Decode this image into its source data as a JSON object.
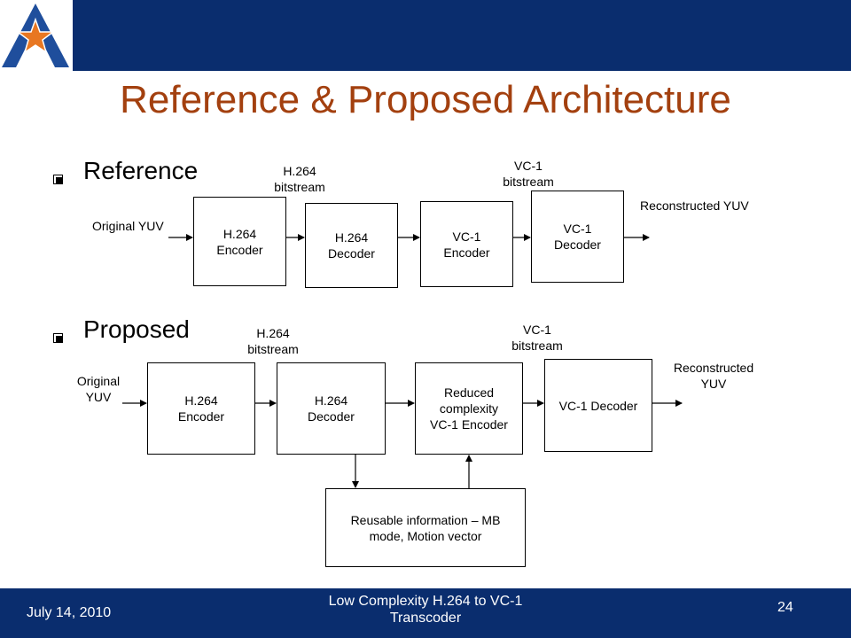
{
  "slide": {
    "title": "Reference & Proposed Architecture",
    "colors": {
      "header_bar": "#0a2d6e",
      "title": "#a3400f",
      "footer_bar": "#0a2d6e",
      "logo_blue": "#1f4e9c",
      "logo_orange": "#e87722"
    }
  },
  "reference": {
    "heading": "Reference",
    "input_label": "Original YUV",
    "output_label": "Reconstructed YUV",
    "stream_label_1": [
      "H.264",
      "bitstream"
    ],
    "stream_label_2": [
      "VC-1",
      "bitstream"
    ],
    "blocks": [
      [
        "H.264",
        "Encoder"
      ],
      [
        "H.264",
        "Decoder"
      ],
      [
        "VC-1",
        "Encoder"
      ],
      [
        "VC-1",
        "Decoder"
      ]
    ]
  },
  "proposed": {
    "heading": "Proposed",
    "input_label": [
      "Original",
      "YUV"
    ],
    "output_label": [
      "Reconstructed",
      "YUV"
    ],
    "stream_label_1": [
      "H.264",
      "bitstream"
    ],
    "stream_label_2": [
      "VC-1",
      "bitstream"
    ],
    "blocks": [
      [
        "H.264",
        "Encoder"
      ],
      [
        "H.264",
        "Decoder"
      ],
      [
        "Reduced",
        "complexity",
        "VC-1 Encoder"
      ],
      [
        "VC-1 Decoder"
      ]
    ],
    "reuse_block": [
      "Reusable information – MB",
      "mode, Motion vector"
    ]
  },
  "footer": {
    "date": "July 14, 2010",
    "center": [
      "Low Complexity H.264 to VC-1",
      "Transcoder"
    ],
    "page": "24"
  }
}
